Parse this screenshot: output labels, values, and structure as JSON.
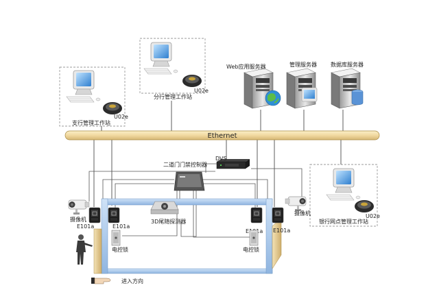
{
  "network": {
    "ethernet_label": "Ethernet"
  },
  "workstations": {
    "branch_office": {
      "label": "支行管理工作站",
      "reader": "U02e"
    },
    "sub_branch": {
      "label": "分行管理工作站",
      "reader": "U02e"
    },
    "outlet": {
      "label": "银行网点管理工作站",
      "reader": "U02e"
    }
  },
  "servers": {
    "web": "Web应用服务器",
    "management": "管理服务器",
    "database": "数据库服务器"
  },
  "devices": {
    "controller": "二道门门禁控制器",
    "dvs": "DVS",
    "detector": "3D尾随探测器",
    "camera_left": "摄像机",
    "camera_right": "摄像机",
    "reader_l1": "E101a",
    "reader_l2": "E101a",
    "reader_r1": "E101a",
    "reader_r2": "E101a",
    "lock_left": "电控锁",
    "lock_right": "电控锁"
  },
  "legend": {
    "entry_direction": "进入方向"
  },
  "colors": {
    "bus": "#f1d9a0",
    "bus_stroke": "#a88a44",
    "monitor": "#3a8fd6",
    "room_blue": "#a9c8ea",
    "room_tan": "#e6cf9a"
  }
}
